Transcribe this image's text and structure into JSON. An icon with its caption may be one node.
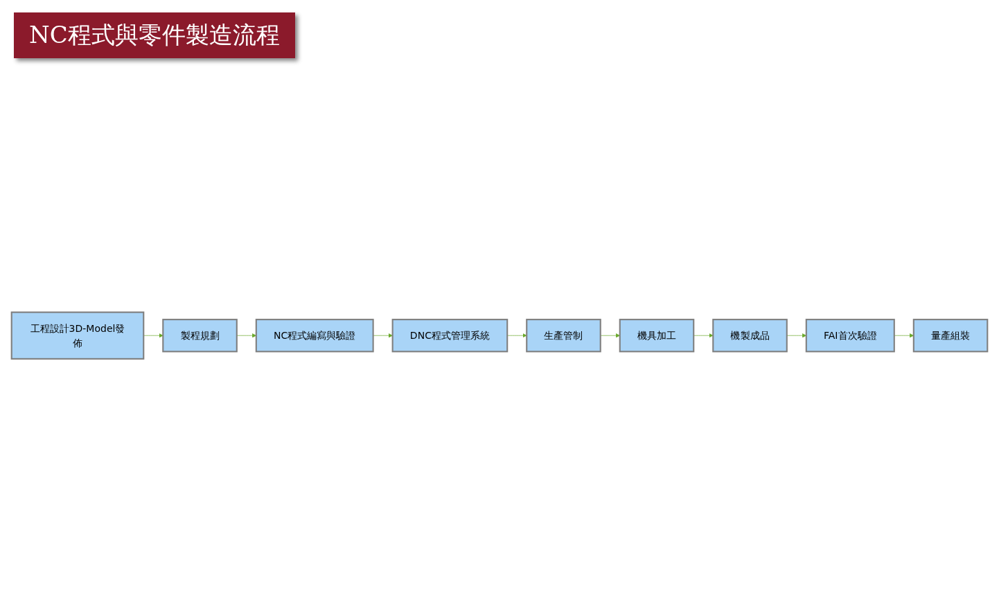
{
  "diagram": {
    "title": "NC程式與零件製造流程",
    "nodes": [
      {
        "text": [
          "工程設計3D-Model發佈"
        ]
      },
      {
        "text": [
          "製程規劃"
        ]
      },
      {
        "text": [
          "NC程式編寫與驗證"
        ]
      },
      {
        "text": [
          "機具加工"
        ]
      },
      {
        "text": [
          "生產管制"
        ]
      },
      {
        "text": [
          "DNC程式管理系統"
        ]
      },
      {
        "text": [
          "機製成品"
        ]
      },
      {
        "text": [
          "FAI首次驗證"
        ]
      },
      {
        "text": [
          "量產組裝"
        ]
      }
    ],
    "edges": [
      {
        "from": 0,
        "to": 1,
        "arrow": "to"
      },
      {
        "from": 1,
        "to": 2,
        "arrow": "to"
      },
      {
        "from": 2,
        "to": 5,
        "arrow": "to"
      },
      {
        "from": 5,
        "to": 4,
        "arrow": "to"
      },
      {
        "from": 4,
        "to": 3,
        "arrow": "to"
      },
      {
        "from": 3,
        "to": 6,
        "arrow": "to"
      },
      {
        "from": 6,
        "to": 7,
        "arrow": "to"
      },
      {
        "from": 7,
        "to": 8,
        "arrow": "to"
      }
    ]
  }
}
